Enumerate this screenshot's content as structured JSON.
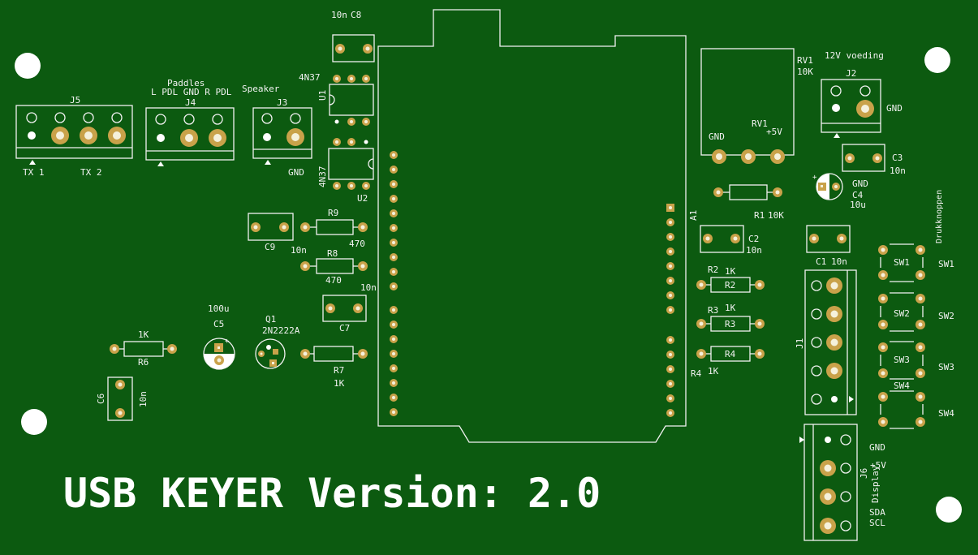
{
  "board": {
    "background_color": "#0c5a10",
    "silkscreen_color": "#f2f2f2",
    "pad_color": "#c9a24a",
    "title": "USB KEYER Version: 2.0"
  },
  "labels": {
    "j5": "J5",
    "tx1": "TX 1",
    "tx2": "TX 2",
    "paddles": "Paddles",
    "paddle_pins": "L PDL GND R PDL",
    "j4": "J4",
    "speaker": "Speaker",
    "j3": "J3",
    "j3_gnd": "GND",
    "c8_value": "10n",
    "c8": "C8",
    "u1_type": "4N37",
    "u1": "U1",
    "u2_type": "4N37",
    "u2": "U2",
    "r9": "R9",
    "r9_value": "470",
    "c9": "C9",
    "c9_value": "10n",
    "r8": "R8",
    "r8_value": "470",
    "c7_value": "10n",
    "c7": "C7",
    "c5_value": "100u",
    "c5": "C5",
    "q1": "Q1",
    "q1_type": "2N2222A",
    "r6_value": "1K",
    "r6": "R6",
    "r7": "R7",
    "r7_value": "1K",
    "c6": "C6",
    "c6_value": "10n",
    "a1": "A1",
    "rv1": "RV1",
    "rv1_value": "10K",
    "rv1_gnd": "GND",
    "rv1_label": "RV1",
    "rv1_5v": "+5V",
    "j2_title": "12V voeding",
    "j2": "J2",
    "j2_gnd": "GND",
    "c3": "C3",
    "c3_value": "10n",
    "c4_gnd": "GND",
    "c4": "C4",
    "c4_value": "10u",
    "r1": "R1",
    "r1_value": "10K",
    "c2": "C2",
    "c2_value": "10n",
    "r2_ref": "R2",
    "r2_value": "1K",
    "r2": "R2",
    "r3_value": "1K",
    "r3_ref": "R3",
    "r3": "R3",
    "r4": "R4",
    "r4_ref": "R4",
    "r4_value": "1K",
    "c1": "C1",
    "c1_value": "10n",
    "j1": "J1",
    "drukknoppen": "Drukknoppen",
    "sw1": "SW1",
    "sw1_side": "SW1",
    "sw2": "SW2",
    "sw2_side": "SW2",
    "sw3": "SW3",
    "sw3_side": "SW3",
    "sw4": "SW4",
    "sw4_side": "SW4",
    "j6_gnd": "GND",
    "j6_5v": "+5V",
    "j6": "J6",
    "j6_display": "Display",
    "j6_sda": "SDA",
    "j6_scl": "SCL"
  }
}
